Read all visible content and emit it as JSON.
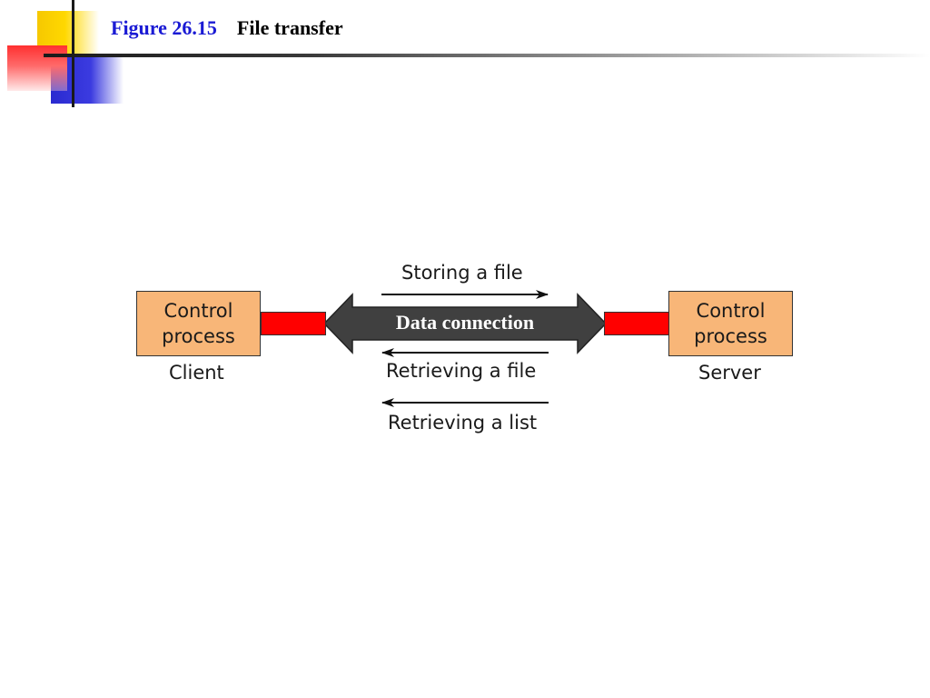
{
  "header": {
    "figure_number": "Figure 26.15",
    "figure_title": "File transfer"
  },
  "diagram": {
    "client": {
      "box_line1": "Control",
      "box_line2": "process",
      "label": "Client"
    },
    "server": {
      "box_line1": "Control",
      "box_line2": "process",
      "label": "Server"
    },
    "data_connection_label": "Data connection",
    "arrows": {
      "storing": "Storing a file",
      "retrieving_file": "Retrieving a file",
      "retrieving_list": "Retrieving a list"
    }
  },
  "colors": {
    "box_fill": "#f8b678",
    "connector": "#ff0000",
    "data_connection": "#404040",
    "figure_number": "#1a1ad4"
  }
}
